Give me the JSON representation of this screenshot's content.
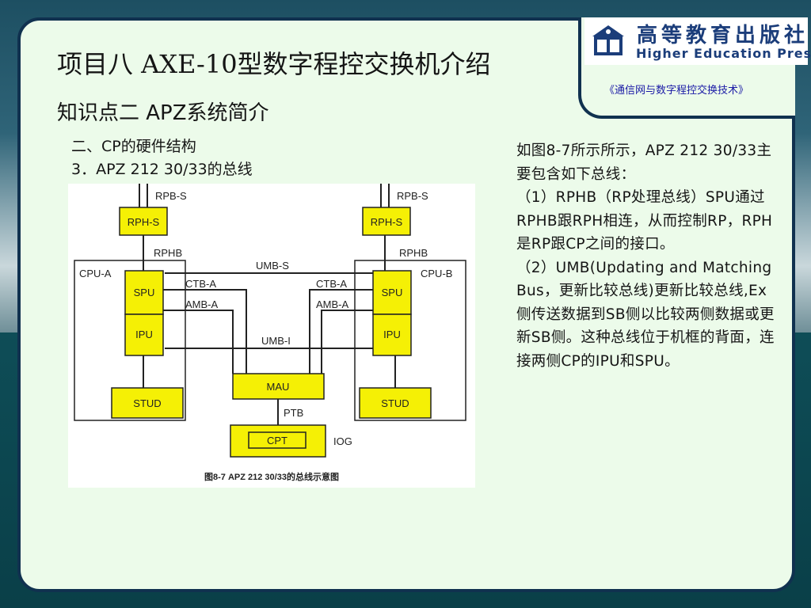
{
  "header": {
    "main_title": "项目八 AXE-10型数字程控交换机介绍",
    "knowledge_point": "知识点二 APZ系统简介",
    "book_title": "《通信网与数字程控交换技术》"
  },
  "logo": {
    "cn": "高等教育出版社",
    "en": "Higher Education Press",
    "icon": "publisher-emblem-icon"
  },
  "section": {
    "heading": "二、CP的硬件结构",
    "subheading": "3．APZ 212 30/33的总线"
  },
  "figure": {
    "caption": "图8-7 APZ 212 30/33的总线示意图",
    "labels": {
      "rpb_s_left": "RPB-S",
      "rpb_s_right": "RPB-S",
      "rph_s_left": "RPH-S",
      "rph_s_right": "RPH-S",
      "rphb_left": "RPHB",
      "rphb_right": "RPHB",
      "umb_s": "UMB-S",
      "umb_i": "UMB-I",
      "cpu_a": "CPU-A",
      "cpu_b": "CPU-B",
      "spu_left": "SPU",
      "spu_right": "SPU",
      "ipu_left": "IPU",
      "ipu_right": "IPU",
      "ctb_a_left": "CTB-A",
      "ctb_a_right": "CTB-A",
      "amb_a_left": "AMB-A",
      "amb_a_right": "AMB-A",
      "mau": "MAU",
      "ptb": "PTB",
      "cpt": "CPT",
      "iog": "IOG",
      "stud_left": "STUD",
      "stud_right": "STUD"
    },
    "colors": {
      "block": "#f5f005",
      "line": "#222222"
    }
  },
  "body_text": [
    "如图8-7所示所示，APZ 212 30/33主要包含如下总线：",
    "（1）RPHB（RP处理总线）SPU通过RPHB跟RPH相连，从而控制RP，RPH是RP跟CP之间的接口。",
    "（2）UMB(Updating and Matching Bus，更新比较总线)更新比较总线,Ex侧传送数据到SB侧以比较两侧数据或更新SB侧。这种总线位于机框的背面，连接两侧CP的IPU和SPU。"
  ],
  "theme": {
    "panel": "#ecfbea",
    "border": "#10314f",
    "accent_text": "#1a1aa6"
  }
}
